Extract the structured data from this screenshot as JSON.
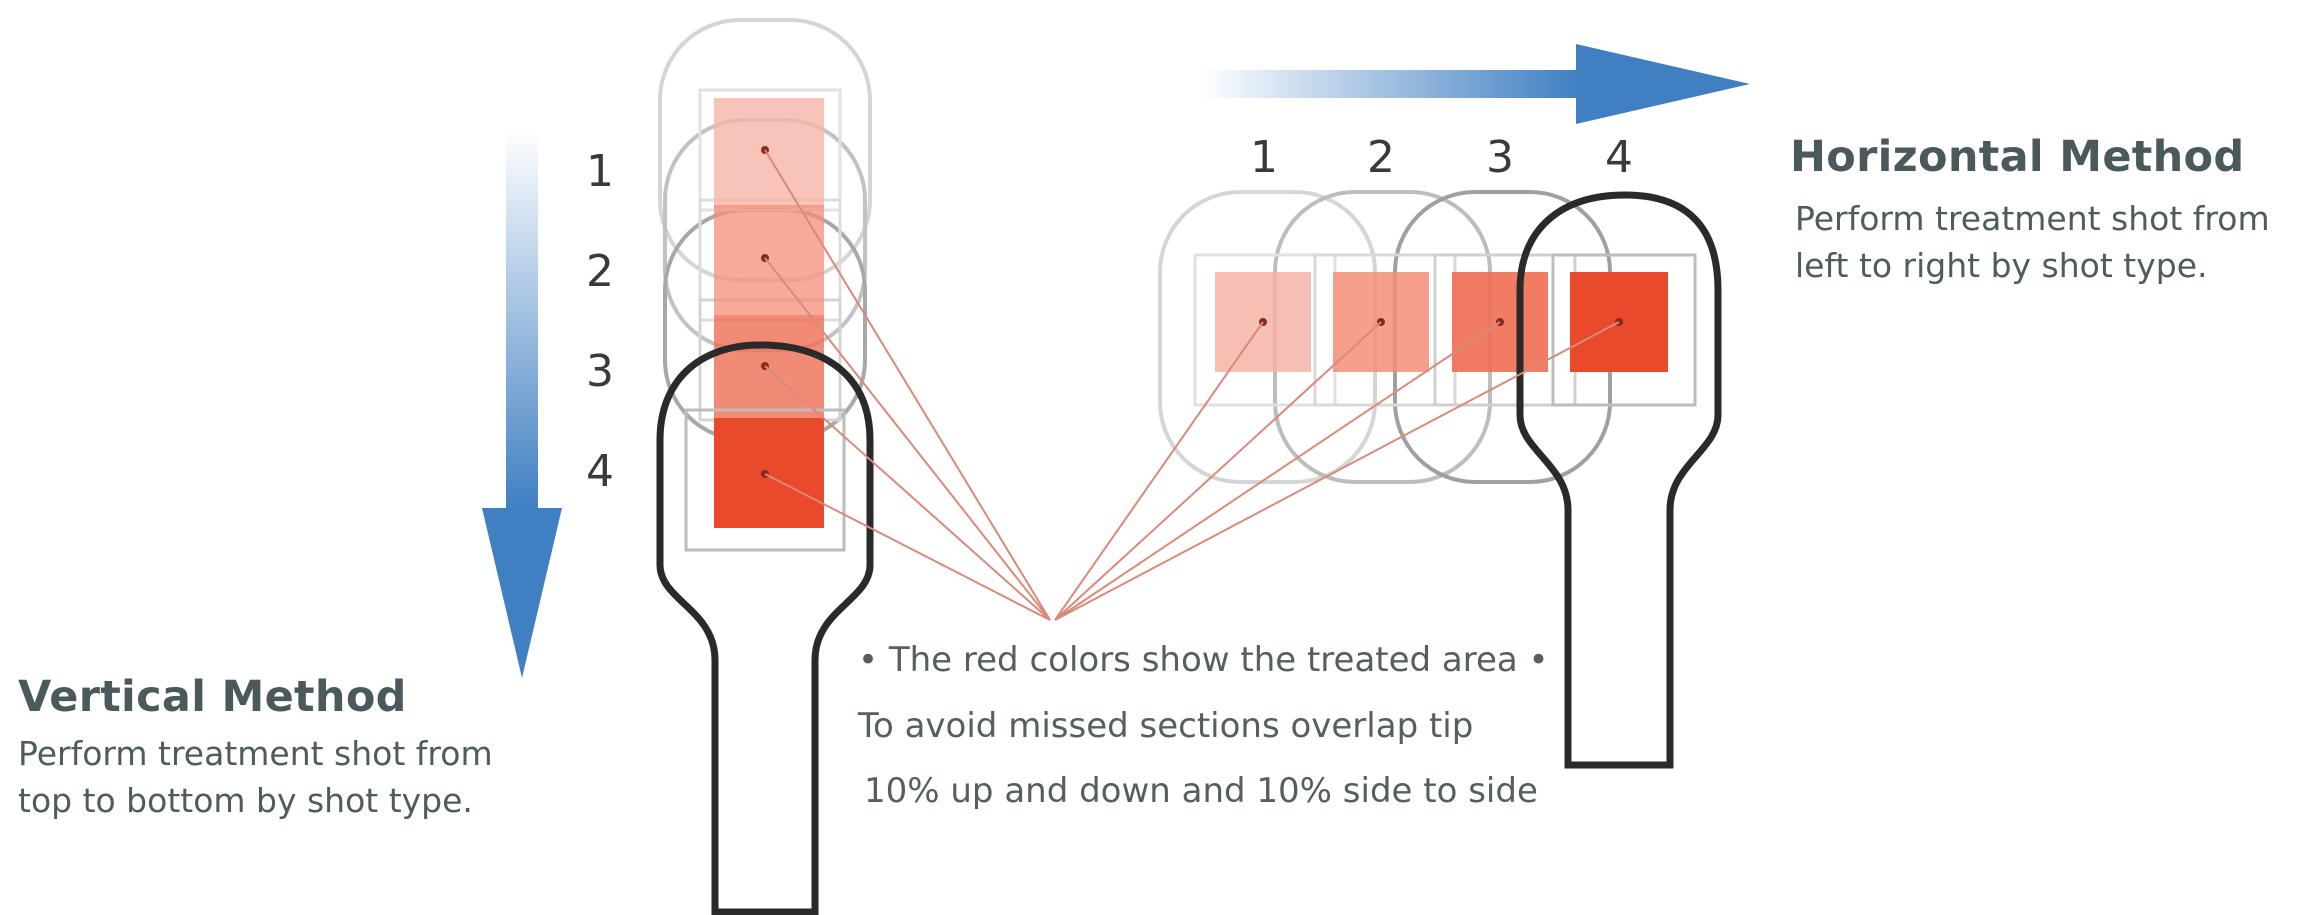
{
  "vertical": {
    "title": "Vertical Method",
    "desc_lines": [
      "Perform treatment shot from",
      "top to bottom by shot type."
    ],
    "step_labels": [
      "1",
      "2",
      "3",
      "4"
    ]
  },
  "horizontal": {
    "title": "Horizontal Method",
    "desc_lines": [
      "Perform treatment shot from",
      "left to right by shot type."
    ],
    "step_labels": [
      "1",
      "2",
      "3",
      "4"
    ]
  },
  "notes": [
    "• The red colors show the treated area  •",
    "To avoid missed sections overlap tip",
    "10% up and down and 10% side to side"
  ],
  "colors": {
    "arrow": "#3f7fc2",
    "treated_light": "#f6b4a6",
    "treated_mid": "#f48e78",
    "treated_dark": "#ea4a2c",
    "handpiece_outline": "#2a2a2a",
    "text": "#4f5c5e"
  },
  "icons": [
    "down-arrow-icon",
    "right-arrow-icon",
    "handpiece-vertical-icon",
    "handpiece-horizontal-icon"
  ]
}
